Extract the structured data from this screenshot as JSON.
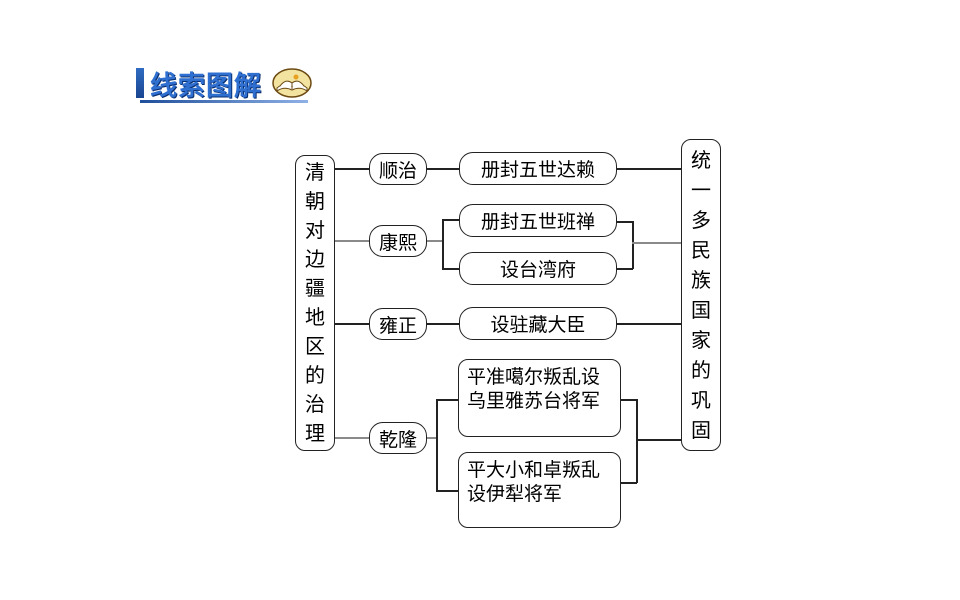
{
  "header": {
    "title": "线索图解",
    "icon": "open-book-icon",
    "title_color": "#2f6fd0"
  },
  "diagram": {
    "left_title": [
      "清",
      "朝",
      "对",
      "边",
      "疆",
      "地",
      "区",
      "的",
      "治",
      "理"
    ],
    "right_title": [
      "统",
      "一",
      "多",
      "民",
      "族",
      "国",
      "家",
      "的",
      "巩",
      "固"
    ],
    "emperors": {
      "shunzhi": "顺治",
      "kangxi": "康熙",
      "yongzheng": "雍正",
      "qianlong": "乾隆"
    },
    "events": {
      "shunzhi_1": "册封五世达赖",
      "kangxi_1": "册封五世班禅",
      "kangxi_2": "设台湾府",
      "yongzheng_1": "设驻藏大臣",
      "qianlong_1": "平准噶尔叛乱设乌里雅苏台将军",
      "qianlong_2": "平大小和卓叛乱设伊犁将军"
    }
  }
}
